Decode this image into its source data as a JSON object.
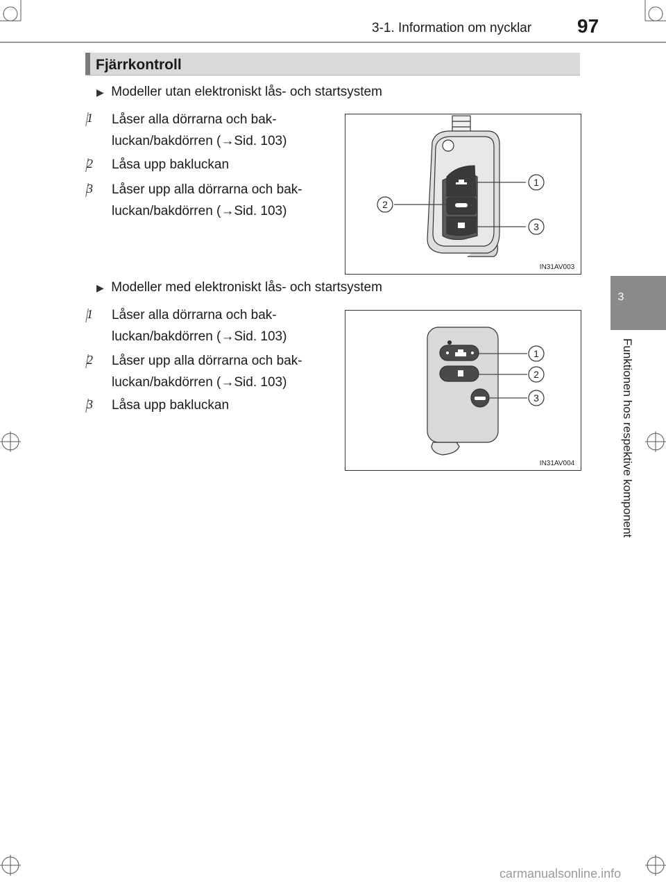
{
  "header": {
    "section": "3-1. Information om nycklar",
    "page_number": "97"
  },
  "side_tab": {
    "number": "3",
    "text": "Funktionen hos respektive komponent"
  },
  "title": "Fjärrkontroll",
  "sections": [
    {
      "heading": "Modeller utan elektroniskt lås- och startsystem",
      "items": [
        {
          "num": "1",
          "line1": "Låser alla dörrarna och bak-",
          "line2": "luckan/bakdörren (→Sid. 103)"
        },
        {
          "num": "2",
          "line1": "Låsa upp bakluckan",
          "line2": ""
        },
        {
          "num": "3",
          "line1": "Låser upp alla dörrarna och bak-",
          "line2": "luckan/bakdörren (→Sid. 103)"
        }
      ],
      "figure": {
        "code": "IN31AV003",
        "callouts": [
          "1",
          "2",
          "3"
        ]
      }
    },
    {
      "heading": "Modeller med elektroniskt lås- och startsystem",
      "items": [
        {
          "num": "1",
          "line1": "Låser alla dörrarna och bak-",
          "line2": "luckan/bakdörren (→Sid. 103)"
        },
        {
          "num": "2",
          "line1": "Låser upp alla dörrarna och bak-",
          "line2": "luckan/bakdörren (→Sid. 103)"
        },
        {
          "num": "3",
          "line1": "Låsa upp bakluckan",
          "line2": ""
        }
      ],
      "figure": {
        "code": "IN31AV004",
        "callouts": [
          "1",
          "2",
          "3"
        ]
      }
    }
  ],
  "footer": "carmanualsonline.info"
}
